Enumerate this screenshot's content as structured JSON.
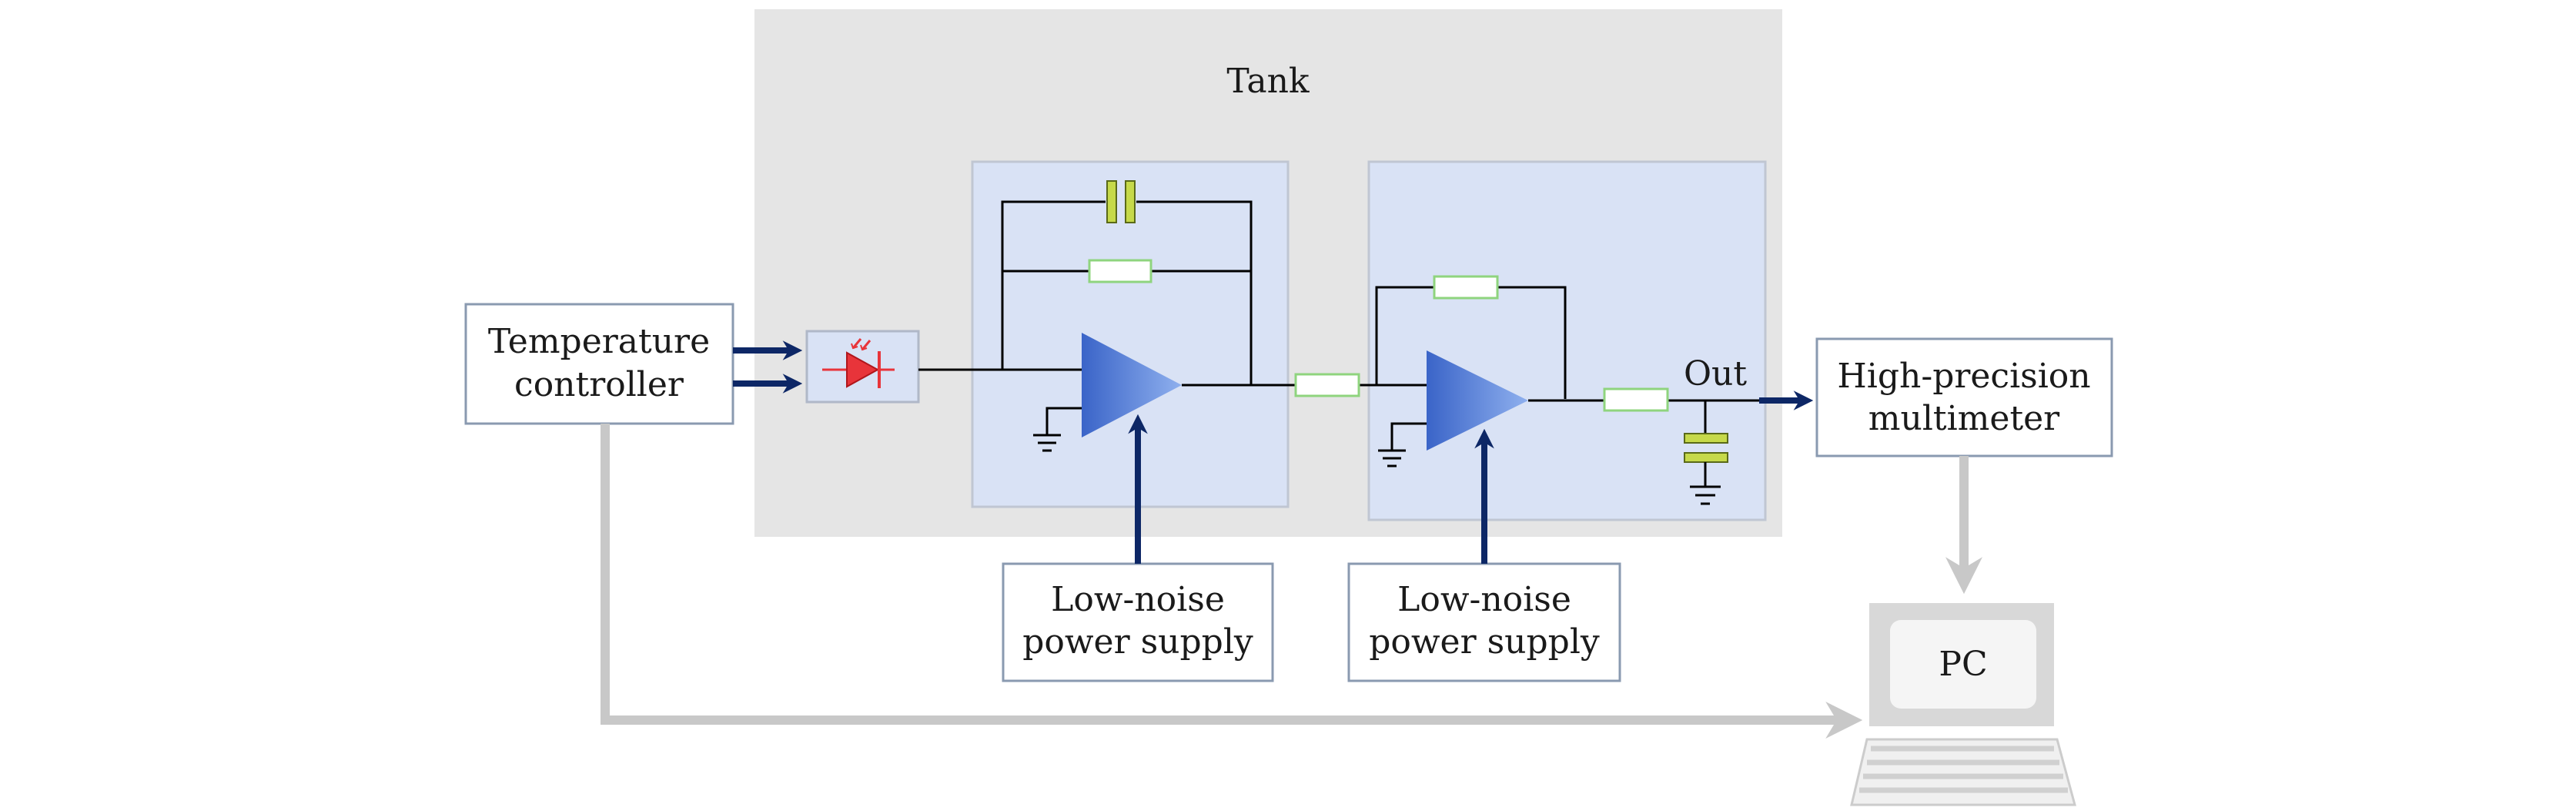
{
  "tank": {
    "label": "Tank"
  },
  "temperature_controller": {
    "line1": "Temperature",
    "line2": "controller"
  },
  "multimeter": {
    "line1": "High-precision",
    "line2": "multimeter"
  },
  "power_supply_1": {
    "line1": "Low-noise",
    "line2": "power supply"
  },
  "power_supply_2": {
    "line1": "Low-noise",
    "line2": "power supply"
  },
  "output": {
    "label": "Out"
  },
  "pc": {
    "label": "PC"
  },
  "colors": {
    "tank_fill": "#e5e5e5",
    "stage_fill": "#d9e2f5",
    "navy": "#0d2766",
    "gray_arrow": "#c8c8c8",
    "amp_blue": "#3a64c8",
    "resistor": "#8fd47e",
    "capacitor": "#c6d94a",
    "photodiode": "#e8343a"
  },
  "icons": [
    "photodiode-icon",
    "op-amp-icon",
    "resistor-icon",
    "capacitor-icon",
    "ground-icon",
    "computer-icon"
  ]
}
